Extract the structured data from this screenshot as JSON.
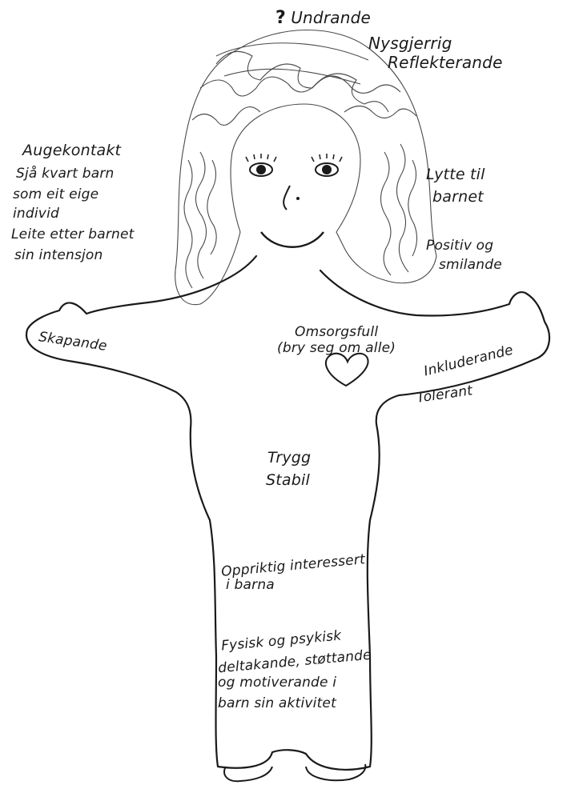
{
  "head": {
    "question_mark": "?",
    "line1": "Undrande",
    "line2": "Nysgjerrig",
    "line3": "Reflekterande"
  },
  "left_head": {
    "lines": [
      "Augekontakt",
      "Sjå kvart barn",
      "som eit eige",
      "individ",
      "Leite etter barnet",
      "sin intensjon"
    ]
  },
  "right_head": {
    "listen_line1": "Lytte til",
    "listen_line2": "barnet",
    "smile_line1": "Positiv og",
    "smile_line2": "smilande"
  },
  "left_arm": {
    "label": "Skapande"
  },
  "chest": {
    "line1": "Omsorgsfull",
    "line2": "(bry seg om alle)"
  },
  "right_arm": {
    "line1": "Inkluderande",
    "line2": "Tolerant"
  },
  "body": {
    "safe_line1": "Trygg",
    "safe_line2": "Stabil",
    "interest_line1": "Oppriktig interessert",
    "interest_line2": "i barna",
    "active_lines": [
      "Fysisk og psykisk",
      "deltakande, støttande",
      "og motiverande i",
      "barn sin aktivitet"
    ]
  },
  "colors": {
    "ink": "#1a1a1a",
    "paper": "#ffffff"
  }
}
